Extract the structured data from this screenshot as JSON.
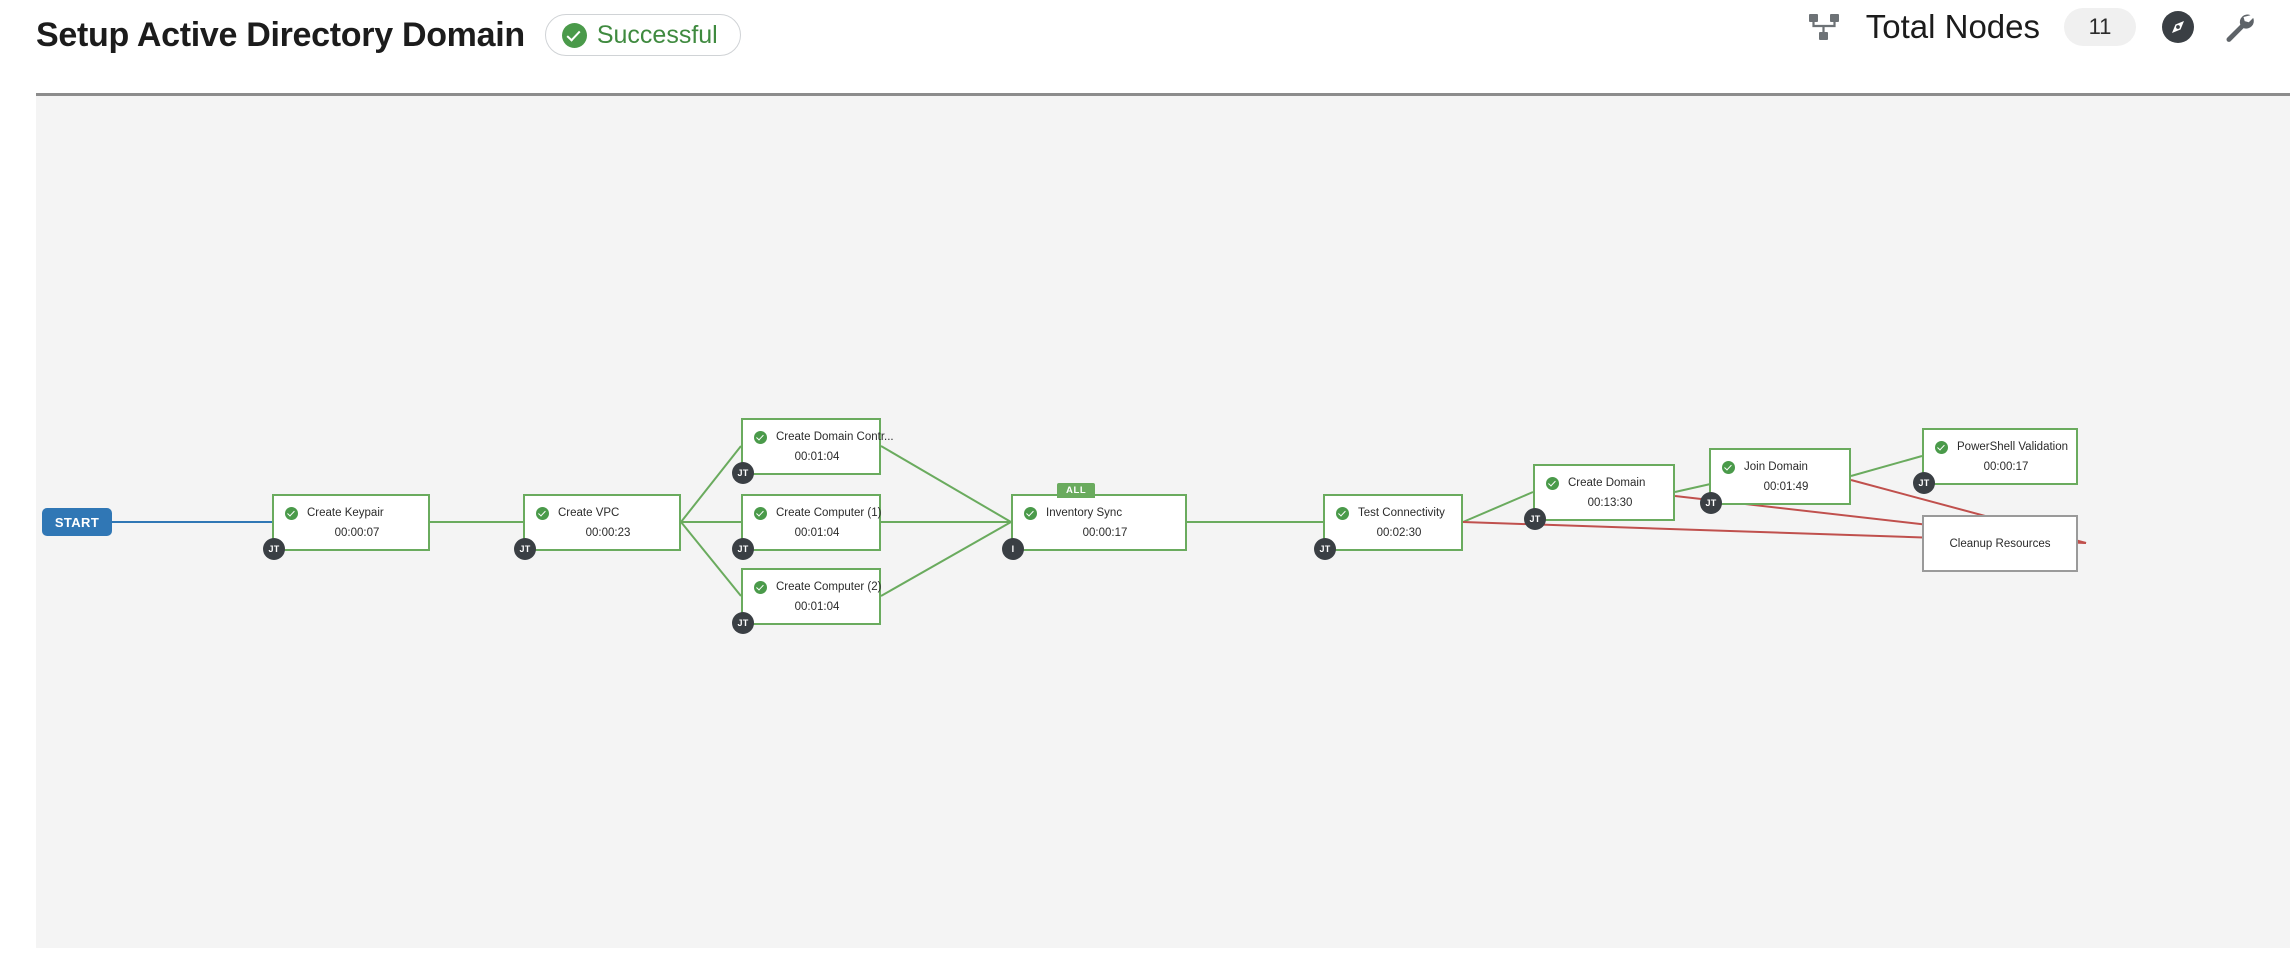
{
  "header": {
    "title": "Setup Active Directory Domain",
    "status": {
      "label": "Successful",
      "icon": "check-circle-icon",
      "color": "#3f8a3f"
    },
    "nodes_icon": "sitemap-icon",
    "nodes_label": "Total Nodes",
    "nodes_count": "11",
    "compass_icon": "compass-icon",
    "wrench_icon": "wrench-icon"
  },
  "graph": {
    "start_label": "START",
    "start_color": "#3077b5",
    "success_color": "#6aab5e",
    "failure_color": "#c0504d",
    "pending_color": "#9a9a9a",
    "nodes": [
      {
        "id": "create-keypair",
        "title": "Create Keypair",
        "time": "00:00:07",
        "badge": "JT",
        "status": "success"
      },
      {
        "id": "create-vpc",
        "title": "Create VPC",
        "time": "00:00:23",
        "badge": "JT",
        "status": "success"
      },
      {
        "id": "create-domain-controller",
        "title": "Create Domain Contr...",
        "time": "00:01:04",
        "badge": "JT",
        "status": "success"
      },
      {
        "id": "create-computer-1",
        "title": "Create Computer (1)",
        "time": "00:01:04",
        "badge": "JT",
        "status": "success"
      },
      {
        "id": "create-computer-2",
        "title": "Create Computer (2)",
        "time": "00:01:04",
        "badge": "JT",
        "status": "success"
      },
      {
        "id": "inventory-sync",
        "title": "Inventory Sync",
        "time": "00:00:17",
        "badge": "I",
        "status": "success",
        "tag": "ALL"
      },
      {
        "id": "test-connectivity",
        "title": "Test Connectivity",
        "time": "00:02:30",
        "badge": "JT",
        "status": "success"
      },
      {
        "id": "create-domain",
        "title": "Create Domain",
        "time": "00:13:30",
        "badge": "JT",
        "status": "success"
      },
      {
        "id": "join-domain",
        "title": "Join Domain",
        "time": "00:01:49",
        "badge": "JT",
        "status": "success"
      },
      {
        "id": "powershell-validation",
        "title": "PowerShell Validation",
        "time": "00:00:17",
        "badge": "JT",
        "status": "success"
      },
      {
        "id": "cleanup-resources",
        "title": "Cleanup Resources",
        "time": "",
        "badge": "",
        "status": "pending"
      }
    ]
  }
}
